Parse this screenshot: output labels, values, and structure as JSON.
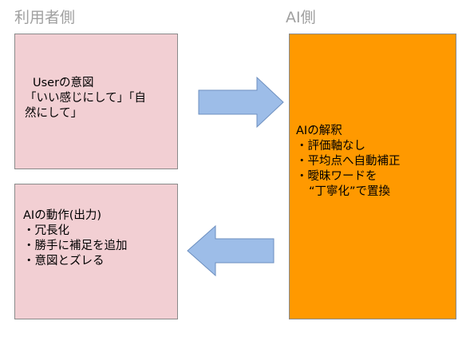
{
  "headings": {
    "user_side": "利用者側",
    "ai_side": "AI側"
  },
  "user_intent_box": {
    "line1": "Userの意図",
    "line2": "「いい感じにして」「自",
    "line3": "然にして」"
  },
  "ai_interpretation_box": {
    "title": "AIの解釈",
    "items": [
      "・評価軸なし",
      "・平均点へ自動補正",
      "・曖昧ワードを"
    ],
    "continuation": "“丁寧化”で置換"
  },
  "ai_action_box": {
    "title": "AIの動作(出力)",
    "items": [
      "・冗長化",
      "・勝手に補足を追加",
      "・意図とズレる"
    ]
  },
  "colors": {
    "pink_box": "#f2cfd3",
    "orange_box": "#ff9900",
    "arrow_fill": "#9dbde8",
    "arrow_stroke": "#6d8fbf",
    "heading_text": "#a0a0a0"
  },
  "icons": {
    "arrow_right": "arrow-right-icon",
    "arrow_left": "arrow-left-icon"
  }
}
